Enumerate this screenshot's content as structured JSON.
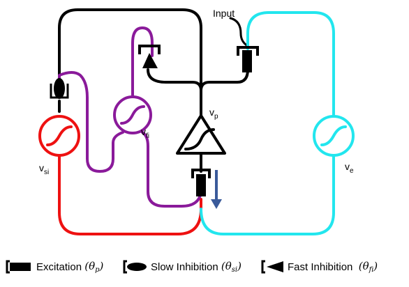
{
  "labels": {
    "input": "Input",
    "vp_main": "v",
    "vp_sub": "p",
    "vfi_main": "v",
    "vfi_sub": "fi",
    "vsi_main": "v",
    "vsi_sub": "si",
    "ve_main": "v",
    "ve_sub": "e"
  },
  "legend": {
    "excitation_label": "Excitation",
    "excitation_param": "(θ",
    "excitation_sub": "p",
    "excitation_close": ")",
    "slow_label": "Slow Inhibition",
    "slow_param": "(θ",
    "slow_sub": "si",
    "slow_close": ")",
    "fast_label": "Fast Inhibition",
    "fast_param": "(θ",
    "fast_sub": "fi",
    "fast_close": ")"
  },
  "colors": {
    "black_path": "#000000",
    "red_path": "#ee1111",
    "purple_path": "#8a1a9a",
    "cyan_path": "#22e6ee",
    "arrow": "#3a5a9a"
  }
}
